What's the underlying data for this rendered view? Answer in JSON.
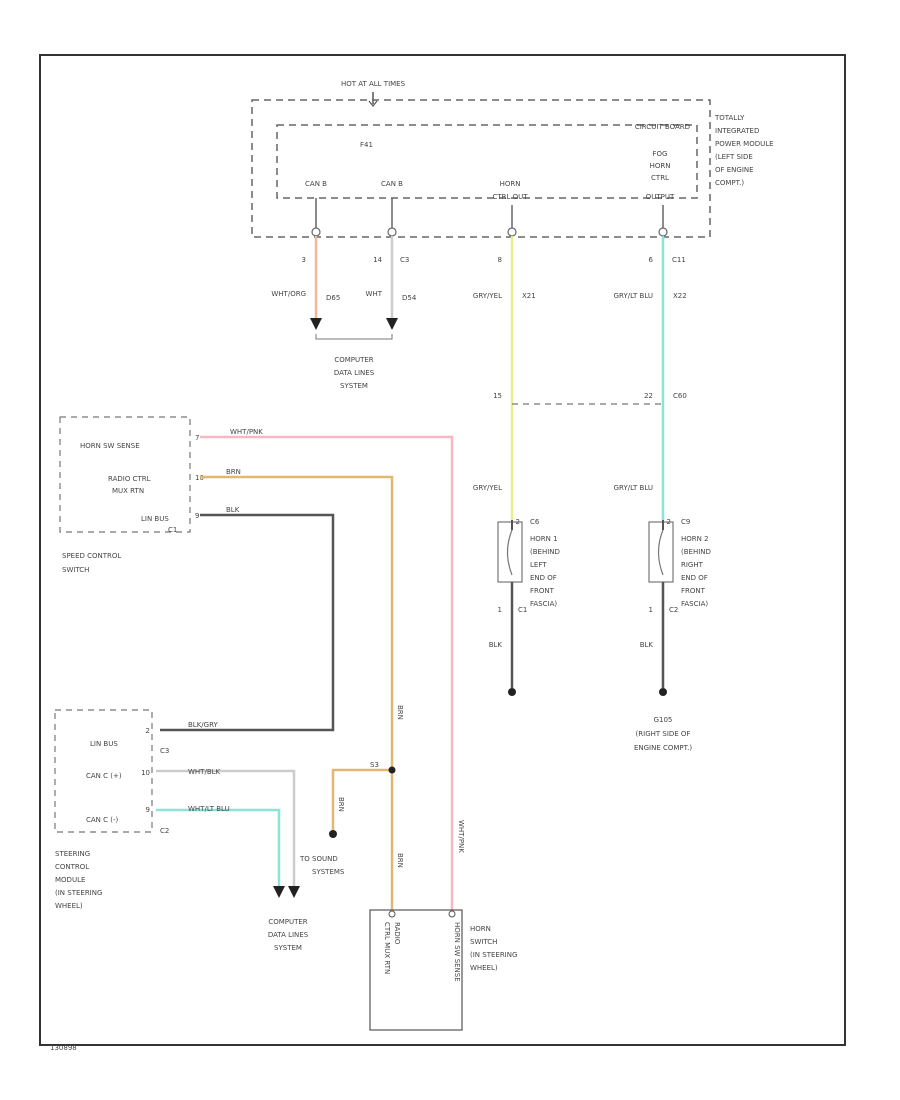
{
  "module": {
    "hot_at_all_times": "HOT AT ALL TIMES",
    "circuit_board": "CIRCUIT BOARD",
    "fuse": "F41",
    "title_lines": [
      "TOTALLY",
      "INTEGRATED",
      "POWER MODULE",
      "(LEFT SIDE",
      "OF ENGINE",
      "COMPT.)"
    ],
    "pin_labels": [
      {
        "lines": [
          "CAN B"
        ]
      },
      {
        "lines": [
          "CAN B"
        ]
      },
      {
        "lines": [
          "HORN",
          "CTRL OUT"
        ]
      },
      {
        "lines": [
          "FOG",
          "HORN",
          "CTRL",
          "OUTPUT"
        ]
      }
    ],
    "pins": [
      "3",
      "14",
      "8",
      "6"
    ],
    "connectors": [
      "",
      "C3",
      "",
      "C11"
    ]
  },
  "wires_top": [
    {
      "color_code": "WHT/ORG",
      "circuit": "D65",
      "hex": "#f2b899"
    },
    {
      "color_code": "WHT",
      "circuit": "D54",
      "hex": "#cccccc"
    },
    {
      "color_code": "GRY/YEL",
      "circuit": "X21",
      "hex": "#e8ef8a"
    },
    {
      "color_code": "GRY/LT BLU",
      "circuit": "X22",
      "hex": "#8ce4d4"
    }
  ],
  "computer_data_lines_top": [
    "COMPUTER",
    "DATA LINES",
    "SYSTEM"
  ],
  "inline_connector": {
    "pin_left": "15",
    "pin_right": "22",
    "name": "C60"
  },
  "horns": [
    {
      "wire_color": "GRY/YEL",
      "pin_top": "2",
      "conn_top": "C6",
      "pin_bottom": "1",
      "conn_bottom": "C1",
      "lines": [
        "HORN 1",
        "(BEHIND",
        "LEFT",
        "END OF",
        "FRONT",
        "FASCIA)"
      ],
      "ground_wire": "BLK"
    },
    {
      "wire_color": "GRY/LT BLU",
      "pin_top": "2",
      "conn_top": "C9",
      "pin_bottom": "1",
      "conn_bottom": "C2",
      "lines": [
        "HORN 2",
        "(BEHIND",
        "RIGHT",
        "END OF",
        "FRONT",
        "FASCIA)"
      ],
      "ground_wire": "BLK"
    }
  ],
  "ground": {
    "lines": [
      "G105",
      "(RIGHT SIDE OF",
      "ENGINE COMPT.)"
    ]
  },
  "speed_control": {
    "pins": [
      {
        "label": "HORN SW SENSE",
        "pin": "7",
        "wire": "WHT/PNK"
      },
      {
        "label": "RADIO CTRL MUX RTN",
        "pin": "10",
        "wire": "BRN"
      },
      {
        "label": "LIN BUS",
        "pin": "9",
        "wire": "BLK"
      }
    ],
    "radio_lines": [
      "RADIO CTRL",
      "MUX RTN"
    ],
    "lin_connector": "C1",
    "name_lines": [
      "SPEED CONTROL",
      "SWITCH"
    ]
  },
  "steering_module": {
    "pins": [
      {
        "label": "LIN BUS",
        "pin": "2",
        "wire": "BLK/GRY",
        "conn": "C3"
      },
      {
        "label": "CAN C (+)",
        "pin": "10",
        "wire": "WHT/BLK",
        "conn": ""
      },
      {
        "label": "CAN C (-)",
        "pin": "9",
        "wire": "WHT/LT BLU",
        "conn": "C2"
      }
    ],
    "name_lines": [
      "STEERING",
      "CONTROL",
      "MODULE",
      "(IN STEERING",
      "WHEEL)"
    ]
  },
  "bottom": {
    "computer_data_lines": [
      "COMPUTER",
      "DATA LINES",
      "SYSTEM"
    ],
    "sound_systems": [
      "SOUND",
      "SYSTEMS"
    ],
    "sound_arrow": "TO",
    "splice": "S3",
    "brn_labels": [
      "BRN",
      "BRN",
      "BRN"
    ],
    "pink_label": "WHT/PNK"
  },
  "horn_switch": {
    "inner_left": [
      "RADIO",
      "CTRL MUX RTN"
    ],
    "inner_right": [
      "HORN SW SENSE"
    ],
    "name_lines": [
      "HORN",
      "SWITCH",
      "(IN STEERING",
      "WHEEL)"
    ]
  },
  "footer_code": "130898"
}
